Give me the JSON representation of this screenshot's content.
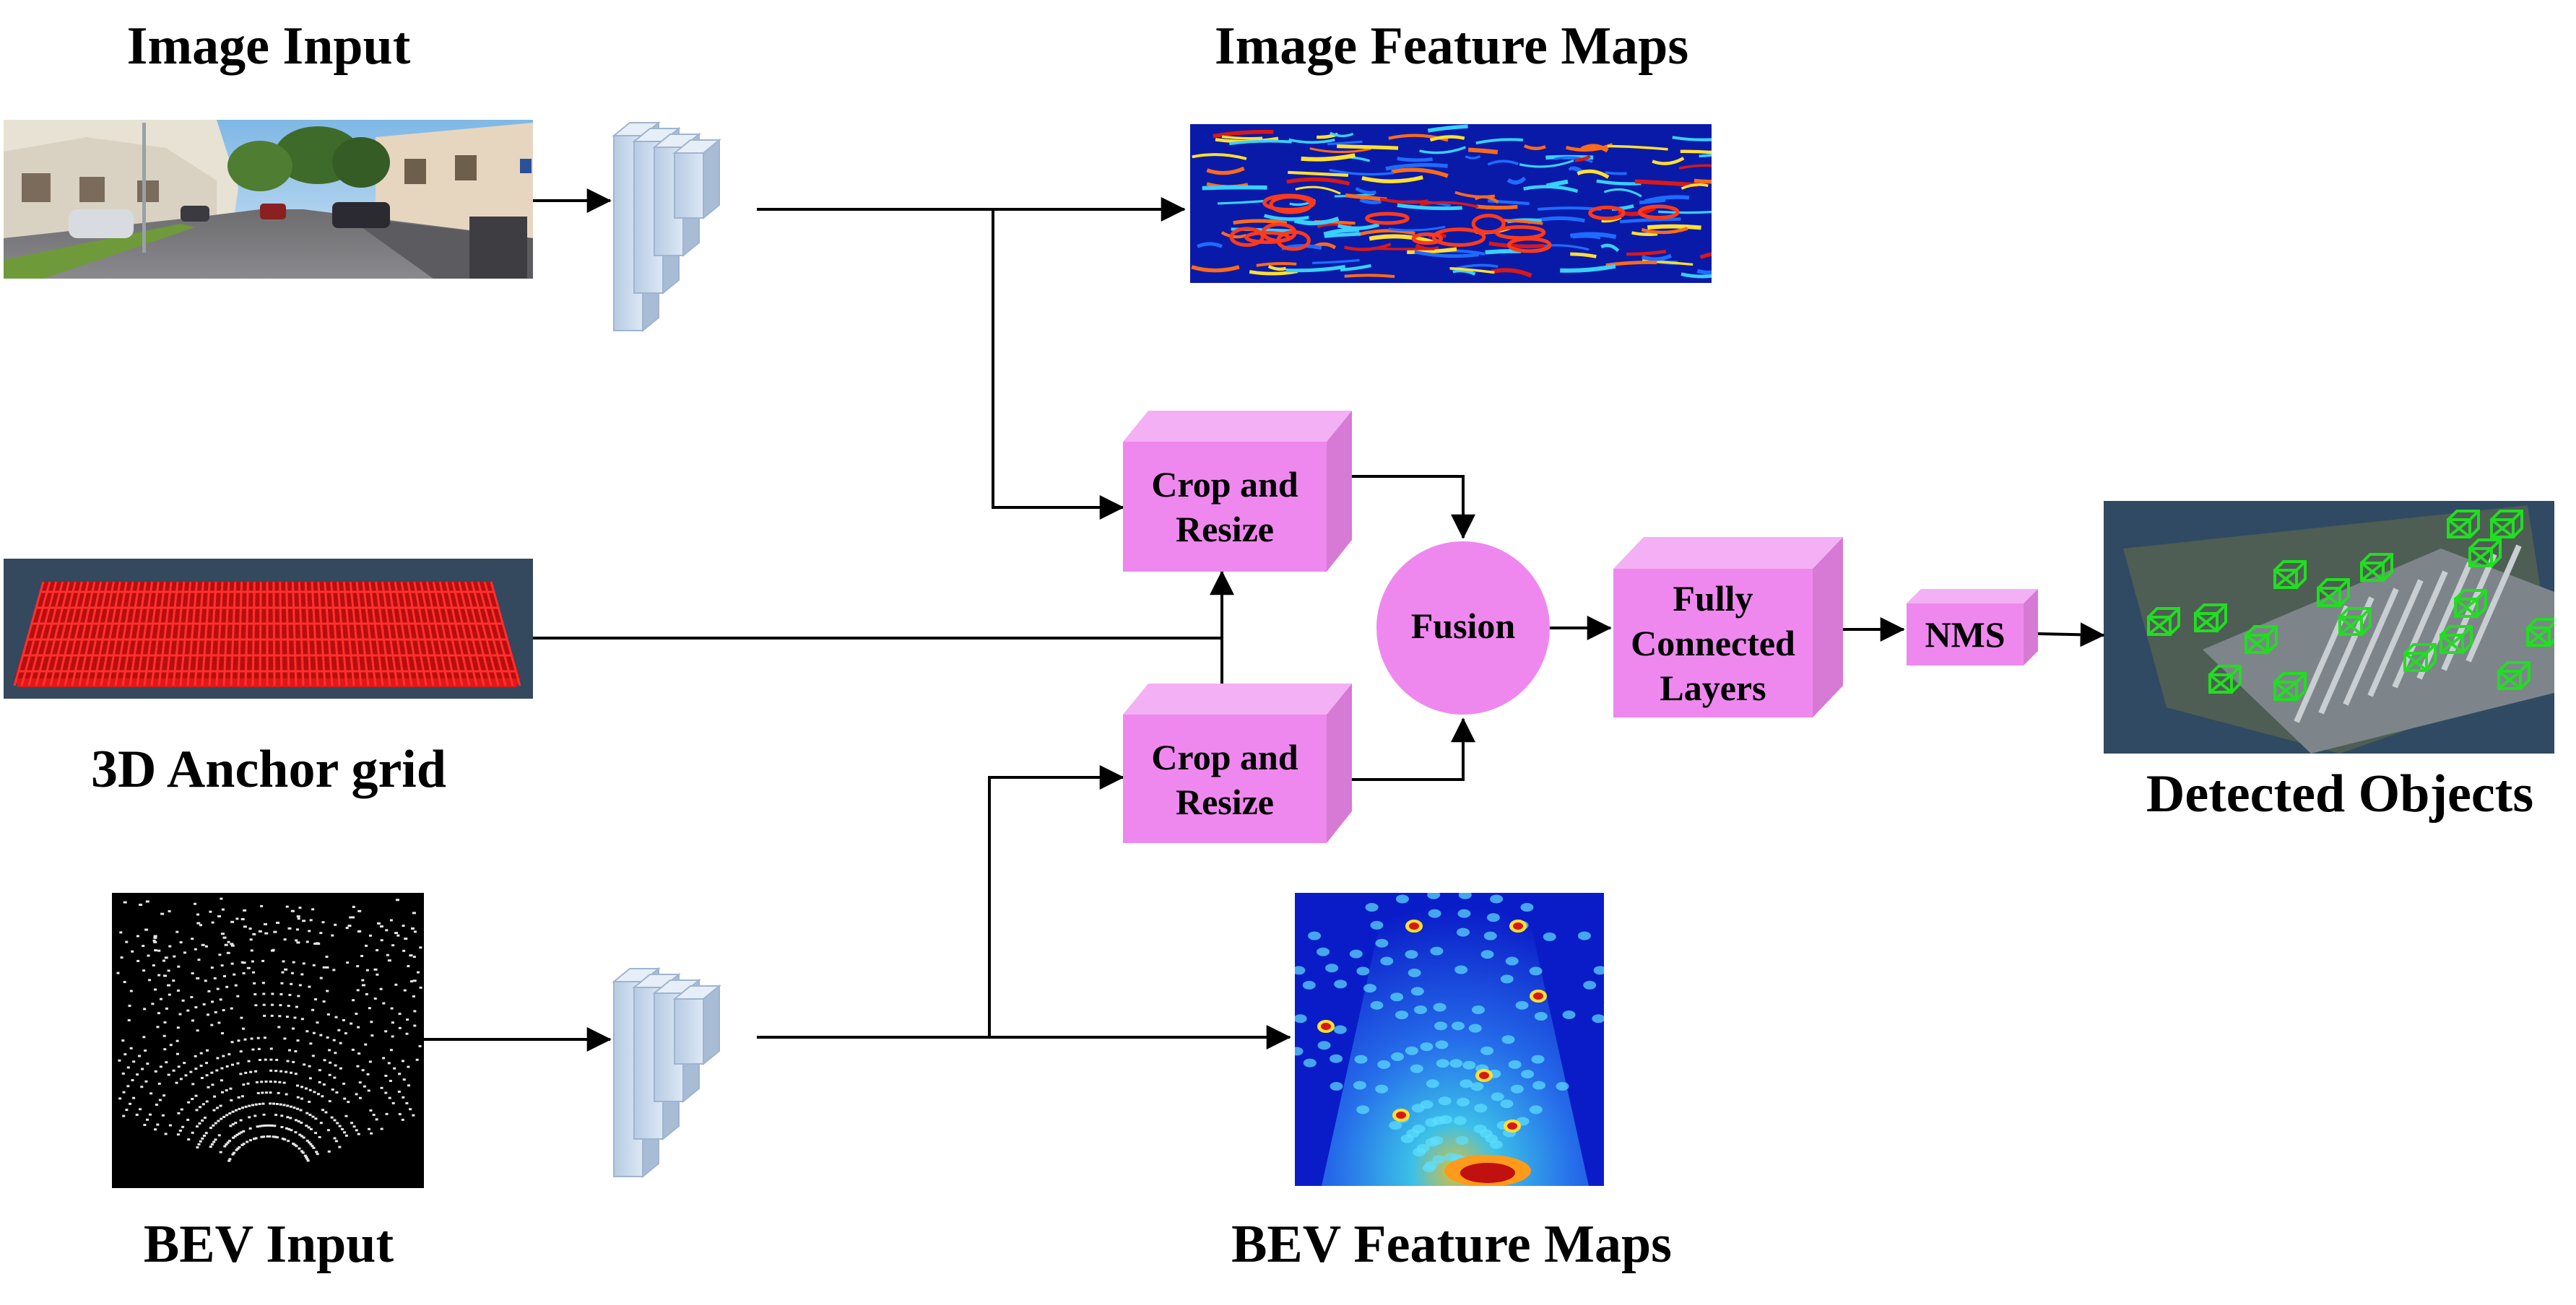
{
  "labels": {
    "image_input": "Image Input",
    "image_feature_maps": "Image Feature Maps",
    "anchor_grid": "3D Anchor grid",
    "bev_input": "BEV Input",
    "bev_feature_maps": "BEV Feature Maps",
    "detected_objects": "Detected Objects"
  },
  "nodes": {
    "crop_resize_top": [
      "Crop and",
      "Resize"
    ],
    "crop_resize_bottom": [
      "Crop and",
      "Resize"
    ],
    "fusion": "Fusion",
    "fully_connected": [
      "Fully",
      "Connected",
      "Layers"
    ],
    "nms": "NMS"
  },
  "colors": {
    "box_face": "#ee88ee",
    "box_top": "#f4b0f4",
    "box_side": "#d67ad6",
    "fusion_fill": "#ee88ee",
    "cnn_block": "#c9d9ec",
    "heatmap_low": "#0010a8",
    "heatmap_high": "#d81818",
    "anchor_red": "#e01818",
    "detection_box": "#22dd22"
  },
  "icons": {
    "cnn_encoder": "cnn-stack-icon",
    "arrow": "arrowhead"
  }
}
